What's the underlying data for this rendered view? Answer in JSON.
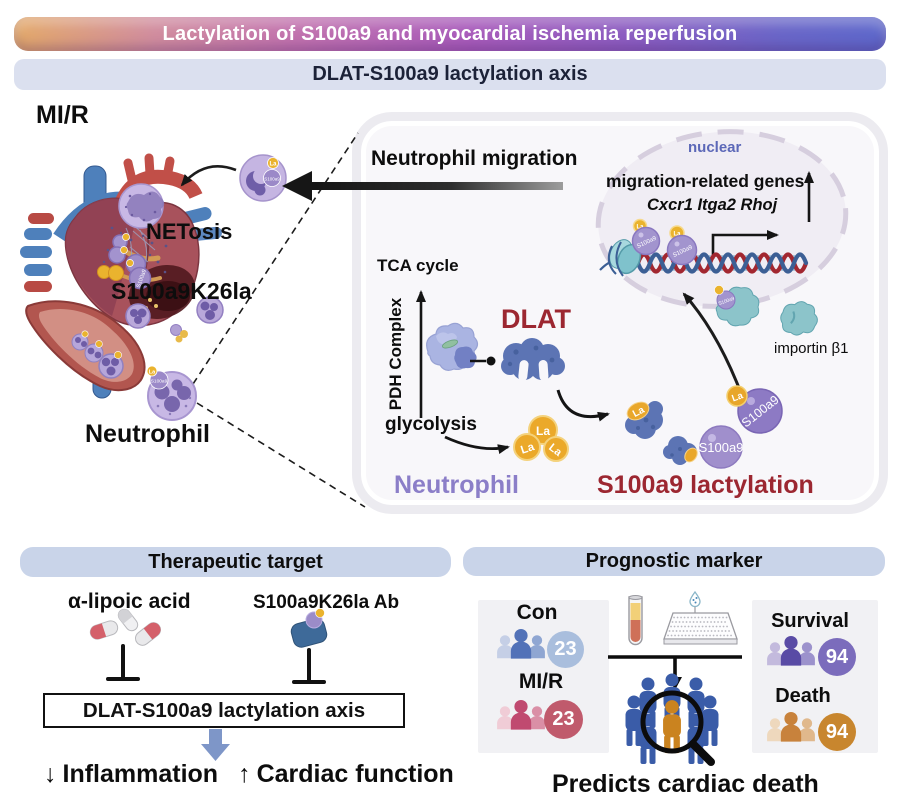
{
  "header": {
    "title": "Lactylation of S100a9 and myocardial ischemia reperfusion",
    "subtitle": "DLAT-S100a9 lactylation axis"
  },
  "scene": {
    "mir": "MI/R",
    "netosis": "NETosis",
    "s100a9k26la": "S100a9K26la",
    "neutrophil": "Neutrophil"
  },
  "panel": {
    "migration": "Neutrophil migration",
    "nuclear": "nuclear",
    "genes": "migration-related genes",
    "genes_list": "Cxcr1 Itga2 Rhoj",
    "tca": "TCA cycle",
    "pdh": "PDH Complex",
    "dlat": "DLAT",
    "glycolysis": "glycolysis",
    "importin": "importin β1",
    "neutrophil": "Neutrophil",
    "lactylation": "S100a9 lactylation",
    "la": "La",
    "s100a9": "S100a9"
  },
  "therapeutic": {
    "header": "Therapeutic target",
    "alpha_lipoic_acid": "α-lipoic acid",
    "antibody": "S100a9K26la Ab",
    "axis_box": "DLAT-S100a9 lactylation axis",
    "down_arrow": "↓",
    "inflammation": "Inflammation",
    "up_arrow": "↑",
    "cardiac_function": "Cardiac function"
  },
  "prognostic": {
    "header": "Prognostic marker",
    "groups": [
      {
        "name": "Con",
        "count": "23",
        "color": "#a9bedd"
      },
      {
        "name": "MI/R",
        "count": "23",
        "color": "#c05a6c"
      },
      {
        "name": "Survival",
        "count": "94",
        "color": "#7b6cbc"
      },
      {
        "name": "Death",
        "count": "94",
        "color": "#c8862e"
      }
    ],
    "caption": "Predicts cardiac death"
  },
  "colors": {
    "banner_gradient_left": "#e3a96a",
    "banner_gradient_mid": "#a95cbb",
    "banner_gradient_right": "#5e68cb",
    "subtitle_bg": "#dbe0ef",
    "pill_bg": "#c9d4e9",
    "dark_red_text": "#9c2731",
    "purple_text": "#8b7ec8",
    "nuclear_text": "#5c68b8",
    "la_gold": "#eab32e",
    "s100a9_purple": "#a294ce",
    "dlat_blue": "#5c74b4",
    "importin_teal": "#8cc4ca",
    "therapy_arrow_blue": "#7e96c8",
    "crowd_blue": "#3a5ca8",
    "crowd_highlight_orange": "#ca831f"
  }
}
